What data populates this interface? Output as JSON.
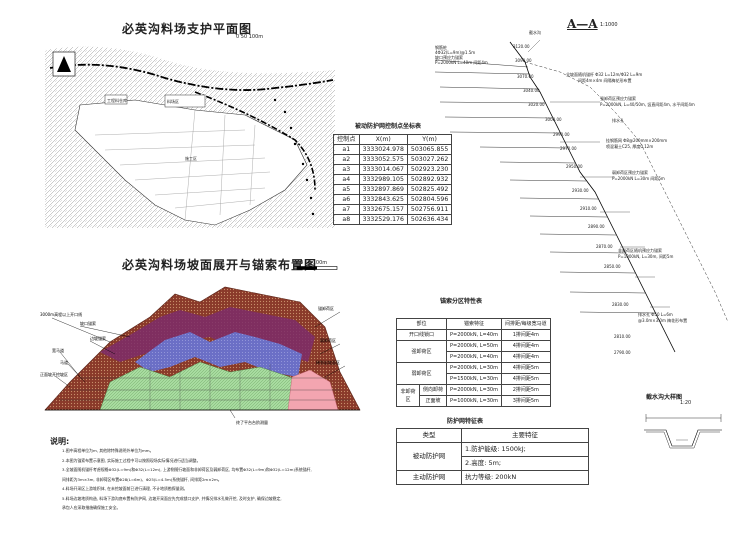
{
  "plan": {
    "title": "必英沟料场支护平面图",
    "scale": "0  50  100m",
    "labels": {
      "building1": "工程料仓库",
      "building2": "料场区",
      "building3": "施工区"
    }
  },
  "ctrl_table": {
    "caption": "被动防护网控制点坐标表",
    "headers": [
      "控制点",
      "X(m)",
      "Y(m)"
    ],
    "rows": [
      [
        "a1",
        "3333024.978",
        "503065.855"
      ],
      [
        "a2",
        "3333052.575",
        "503027.262"
      ],
      [
        "a3",
        "3333014.067",
        "502923.230"
      ],
      [
        "a4",
        "3332989.105",
        "502892.932"
      ],
      [
        "a5",
        "3332897.869",
        "502825.492"
      ],
      [
        "a6",
        "3332843.625",
        "502804.596"
      ],
      [
        "a7",
        "3332675.157",
        "502756.911"
      ],
      [
        "a8",
        "3332529.176",
        "502636.434"
      ]
    ]
  },
  "elev": {
    "title": "必英沟料场坡面展开与锚索布置图",
    "scale": "0    50   100m",
    "labels": {
      "l1": "3000m高程以上开口线",
      "l2": "坡口锚索",
      "l3": "边坡锚索",
      "l4": "宽马道",
      "l5": "马道",
      "l6": "正面坡开挖坡区",
      "r1": "锚卸荷区",
      "r2": "弱卸荷区",
      "r3": "稀到岩坡面区",
      "bottom": "终了平台台阶测量"
    }
  },
  "section": {
    "title": "A—A",
    "scale": "1:1000",
    "labels": {
      "top1": "截水沟",
      "a1": "钢筋桩",
      "a2": "4Φ32(L=9m)@1.5m",
      "a3": "坡口预应力锚索",
      "a4": "P=2000kN L=40m  间距4m",
      "b1": "全坡面随机锚杆 Φ32 L=12m/Φ32 L=9m",
      "b2": "间距4m×4m 间隔梅花形布置",
      "c1": "强卸荷区预应力锚索",
      "c2": "P=2000kN, L=40/50m, 竖直间距4m, 水平间距4m",
      "d1": "排水孔",
      "e1": "挂钢筋网 Φ8@200mm×200mm",
      "e2": "喷混凝土C25, 厚度0.12m",
      "f1": "弱卸荷区预应力锚索",
      "f2": "P=2000kN L=30m  间距5m",
      "g1": "非卸荷区随机预应力锚索",
      "g2": "P=1000kN, L=30m, 间距5m",
      "h1": "排水孔 Φ50 L=6m",
      "h2": "@3.0m×3.0m 梅花形布置"
    },
    "elevations": [
      "3120.00",
      "3090.00",
      "3070.00",
      "3040.00",
      "3020.00",
      "3000.00",
      "2990.00",
      "2970.00",
      "2950.00",
      "2930.00",
      "2910.00",
      "2890.00",
      "2870.00",
      "2850.00",
      "2830.00",
      "2810.00",
      "2790.00"
    ]
  },
  "anchor_table": {
    "caption": "锚索分区特性表",
    "headers": [
      "部位",
      "锚索特征",
      "间排距/每级宽马道"
    ],
    "rows": [
      [
        "开口线锁口",
        "P=2000kN, L=40m",
        "1排间距4m"
      ],
      [
        "强卸荷区",
        "P=2000kN, L=50m",
        "4排间距4m"
      ],
      [
        "",
        "P=2000kN, L=40m",
        "4排间距4m"
      ],
      [
        "弱卸荷区",
        "P=2000kN, L=30m",
        "4排间距5m"
      ],
      [
        "",
        "P=1500kN, L=30m",
        "4排间距5m"
      ],
      [
        "非卸荷区",
        "P=2000kN, L=30m",
        "2排间距5m"
      ],
      [
        "",
        "P=1000kN, L=30m",
        "3排间距5m"
      ]
    ],
    "row_labels": {
      "c1": "侧向卸荷",
      "c2": "正面坡"
    }
  },
  "net_table": {
    "caption": "防护网特征表",
    "headers": [
      "类型",
      "主要特征"
    ],
    "rows": [
      [
        "被动防护网",
        "1.防护能级: 1500kJ;"
      ],
      [
        "",
        "2.高度: 5m;"
      ],
      [
        "主动防护网",
        "抗力等级: 200kN"
      ]
    ]
  },
  "ditch": {
    "title": "截水沟大样图",
    "scale": "1:20"
  },
  "notes": {
    "title": "说明:",
    "lines": [
      "1.图中高程单位为m, 其他除特殊说明外单位为mm。",
      "2.本图为锚索布置示意图, 实际施工过程中可以按照现场实际情况进行适当调整。",
      "3.全坡面随机锚杆考虑规格Φ32(L=9m)和Φ32(L=12m), 上游侧随行坡面和非卸荷区及弱卸荷区, 均布置Φ32(L=9m)和Φ32(L=12m)系统锚杆,",
      "  间排距为3m×3m, 非卸荷区布置Φ28(L=6m)、Φ25(L=4.5m)系统锚杆, 间排距2m×2m。",
      "4.料场开采区上游堆积体, 在未挖坡面前已进行清理, 不计地质勘探量测。",
      "5.料场边坡地质构造, 料场下游沟底布置有防护网, 边坡开采面应先完成锁口支护, 并情况排水孔做开挖, 及时支护, 确保边坡稳定,",
      "  承包人应采取措施确保施工安全。"
    ]
  }
}
